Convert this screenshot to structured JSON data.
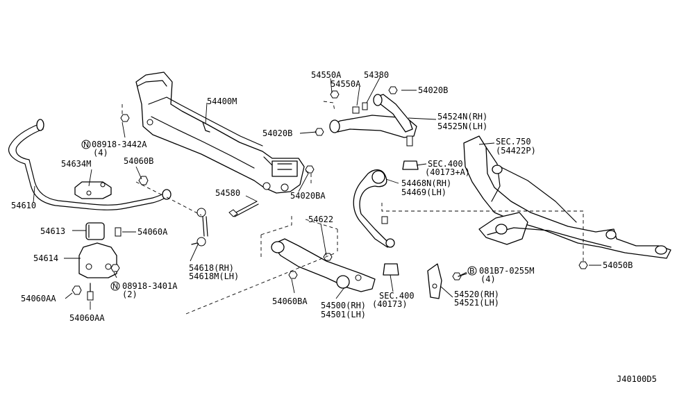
{
  "diagram_id": "J40100D5",
  "labels": {
    "p54550A_1": "54550A",
    "p54380": "54380",
    "p54550A_2": "54550A",
    "p54020B_1": "54020B",
    "p54524N": "54524N(RH)",
    "p54525N": "54525N(LH)",
    "p54020B_2": "54020B",
    "p54400M": "54400M",
    "p08918_3442A": "08918-3442A",
    "p08918_3442A_qty": "(4)",
    "p54634M": "54634M",
    "p54060B": "54060B",
    "p54610": "54610",
    "p54613": "54613",
    "p54060A": "54060A",
    "p54614": "54614",
    "p08918_3401A": "08918-3401A",
    "p08918_3401A_qty": "(2)",
    "p54060AA_1": "54060AA",
    "p54060AA_2": "54060AA",
    "p54580": "54580",
    "p54020BA": "54020BA",
    "p54618": "54618(RH)",
    "p54618M": "54618M(LH)",
    "p54622": "54622",
    "p54060BA": "54060BA",
    "p54500": "54500(RH)",
    "p54501": "54501(LH)",
    "sec400_1": "SEC.400",
    "sec400_1_ref": "(40173+A)",
    "p54468N": "54468N(RH)",
    "p54469": "54469(LH)",
    "sec750": "SEC.750",
    "sec750_ref": "(54422P)",
    "sec400_2": "SEC.400",
    "sec400_2_ref": "(40173)",
    "p081B7_0255M": "081B7-0255M",
    "p081B7_0255M_qty": "(4)",
    "p54520": "54520(RH)",
    "p54521": "54521(LH)",
    "p54050B": "54050B"
  },
  "symbols": {
    "nut_symbol_letter": "N",
    "bolt_symbol_letter": "B"
  },
  "colors": {
    "ink": "#000000",
    "paper": "#ffffff"
  }
}
